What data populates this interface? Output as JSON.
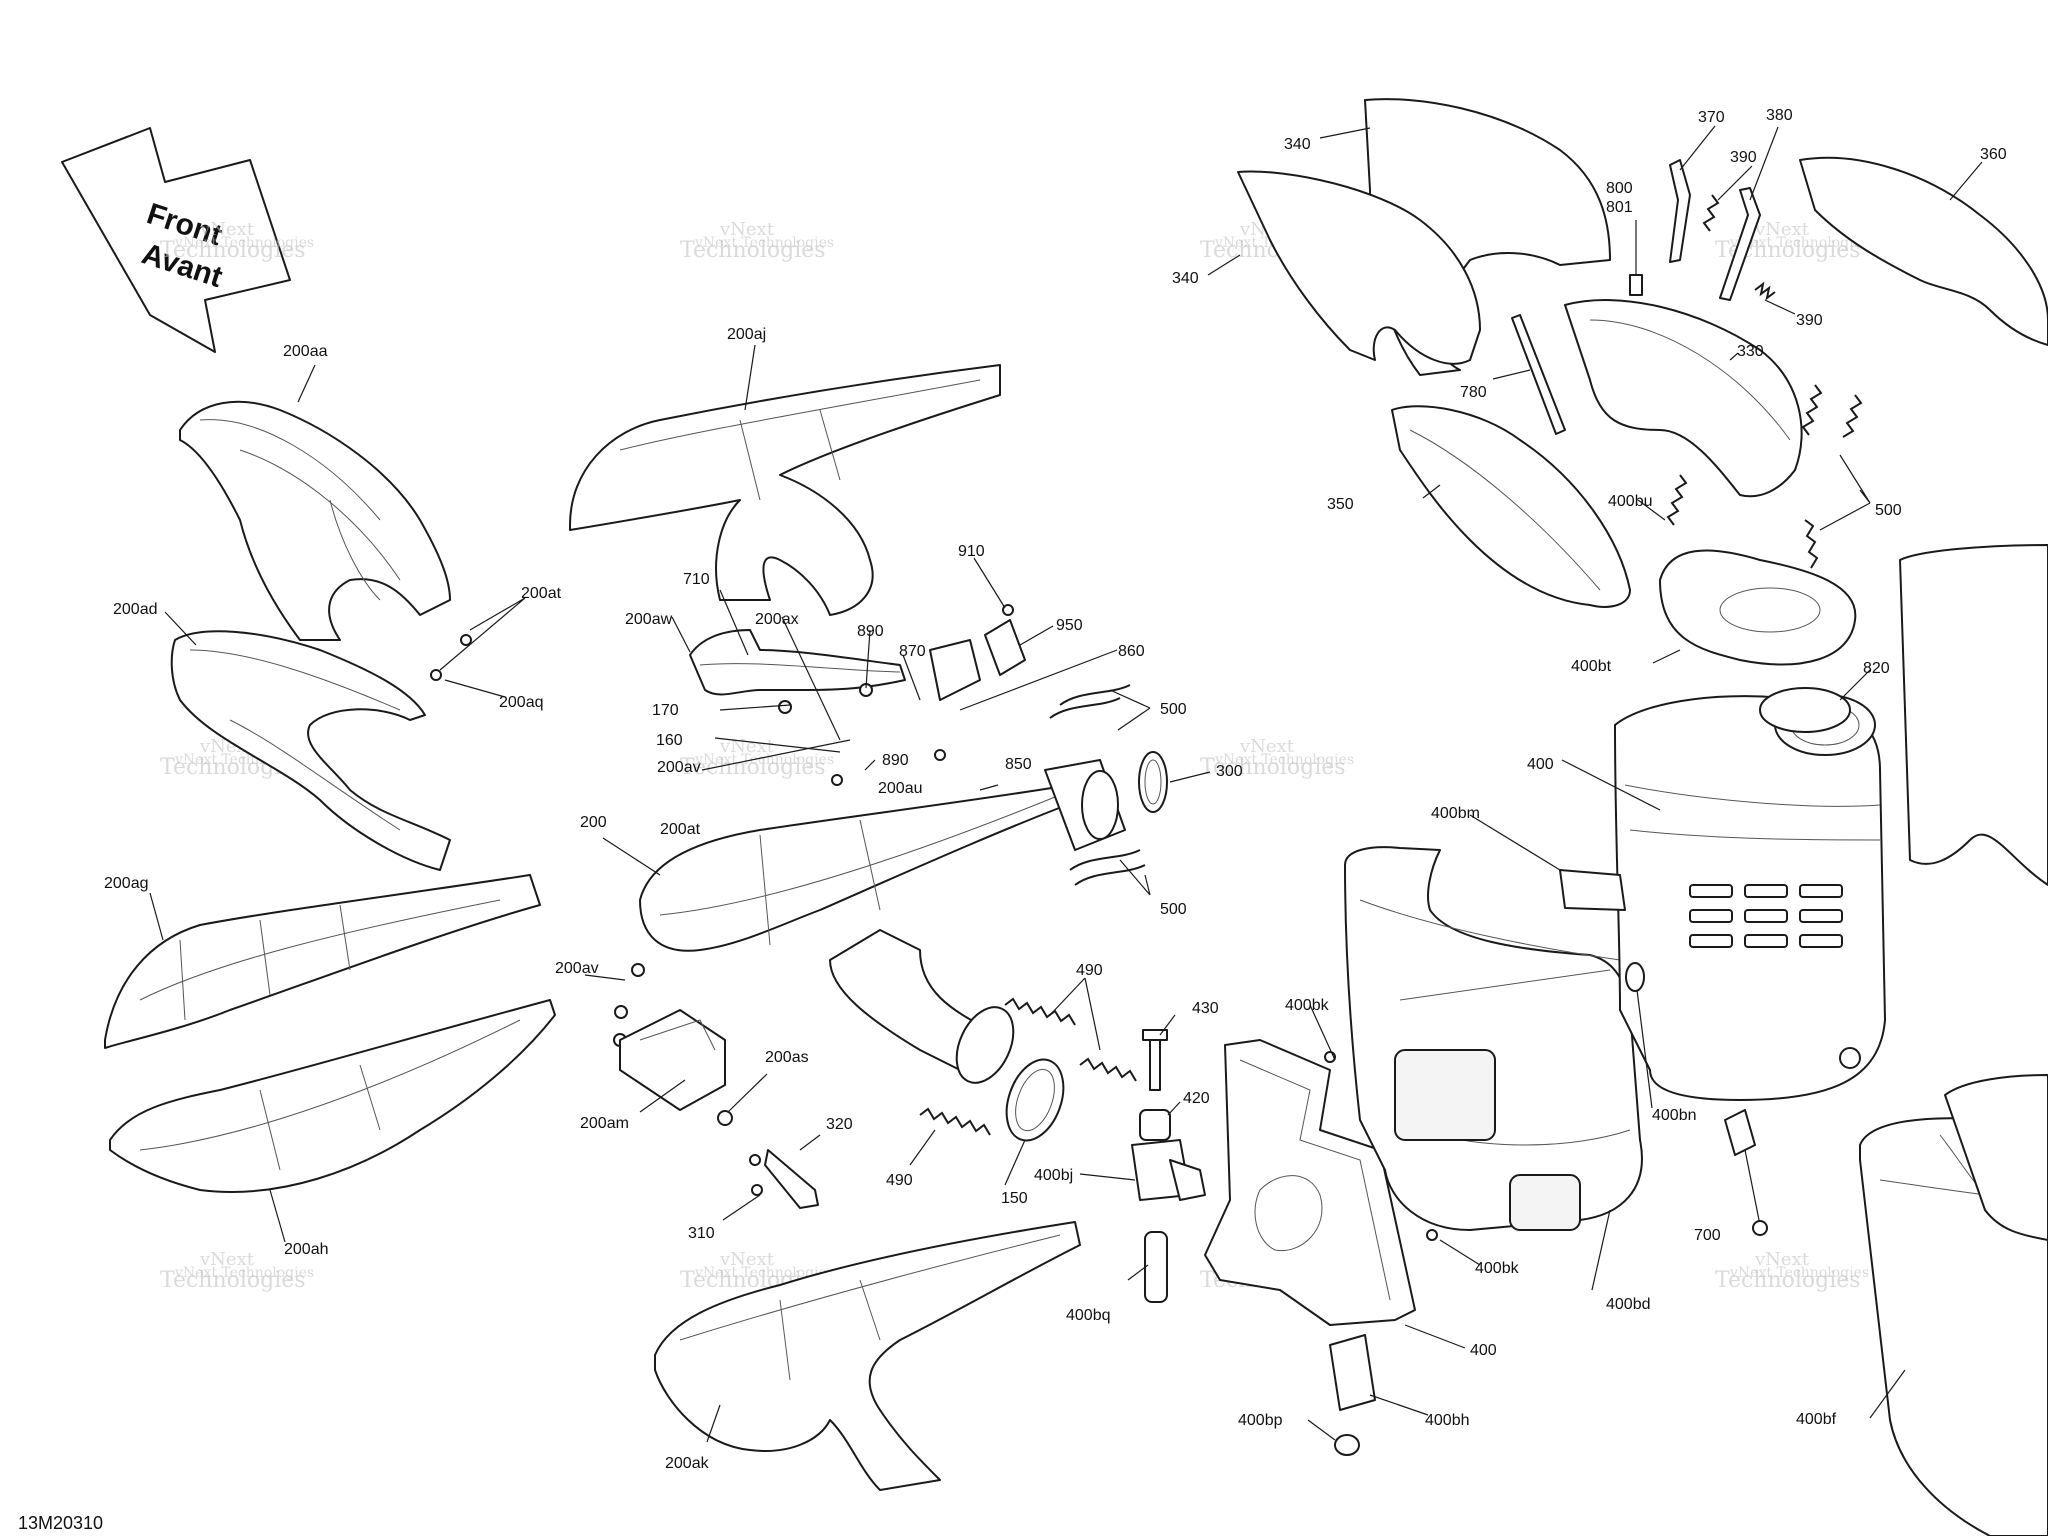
{
  "drawing_code": "13M20310",
  "orientation": {
    "line1": "Front",
    "line2": "Avant"
  },
  "watermark": {
    "line1": "vNext",
    "line2": "Technologies",
    "line3": "vNext Technologies"
  },
  "labels": {
    "l200aa": "200aa",
    "l200aj": "200aj",
    "l200ad": "200ad",
    "l200at_a": "200at",
    "l200aq": "200aq",
    "l200aw": "200aw",
    "l200ax": "200ax",
    "l710": "710",
    "l910": "910",
    "l950": "950",
    "l890_a": "890",
    "l870": "870",
    "l860": "860",
    "l170": "170",
    "l160": "160",
    "l200av_a": "200av",
    "l890_b": "890",
    "l850": "850",
    "l200au": "200au",
    "l200at_b": "200at",
    "l500_a": "500",
    "l300": "300",
    "l200": "200",
    "l200ag": "200ag",
    "l500_b": "500",
    "l200av_b": "200av",
    "l490_a": "490",
    "l430": "430",
    "l200as": "200as",
    "l200am": "200am",
    "l420": "420",
    "l320": "320",
    "l490_b": "490",
    "l150": "150",
    "l400bj": "400bj",
    "l310": "310",
    "l200ah": "200ah",
    "l400bq": "400bq",
    "l200ak": "200ak",
    "l340_a": "340",
    "l340_b": "340",
    "l800": "800",
    "l801": "801",
    "l370": "370",
    "l380": "380",
    "l390_a": "390",
    "l360": "360",
    "l390_b": "390",
    "l780": "780",
    "l330": "330",
    "l350": "350",
    "l400bu": "400bu",
    "l500_c": "500",
    "l400bt": "400bt",
    "l820": "820",
    "l400": "400",
    "l400bm": "400bm",
    "l400bk_a": "400bk",
    "l400bn": "400bn",
    "l700": "700",
    "l400bk_b": "400bk",
    "l400bd": "400bd",
    "l400_b": "400",
    "l400bh": "400bh",
    "l400bp": "400bp",
    "l400bf": "400bf"
  },
  "colors": {
    "line": "#1a1a1a",
    "watermark": "#bdbdbd",
    "background": "#ffffff"
  }
}
